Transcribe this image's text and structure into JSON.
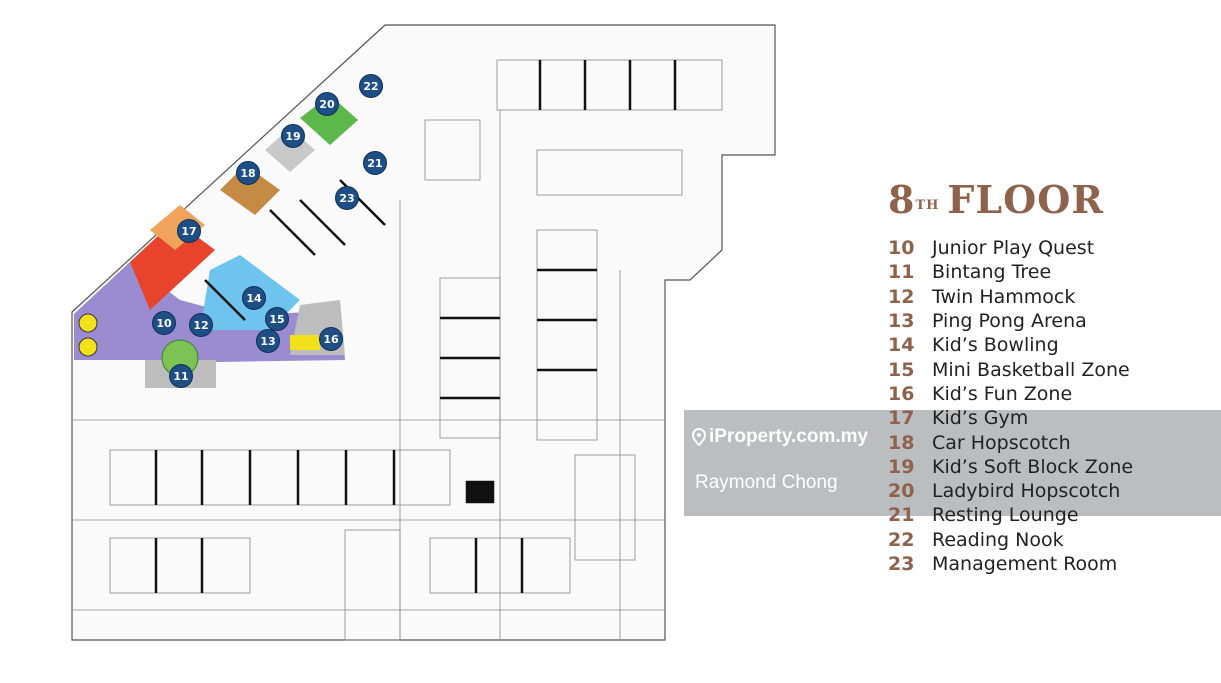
{
  "legend": {
    "title": "8",
    "title_sup": "TH",
    "title_rest": "FLOOR",
    "items": [
      {
        "num": "10",
        "label": "Junior Play Quest"
      },
      {
        "num": "11",
        "label": "Bintang Tree"
      },
      {
        "num": "12",
        "label": "Twin Hammock"
      },
      {
        "num": "13",
        "label": "Ping Pong Arena"
      },
      {
        "num": "14",
        "label": "Kid’s Bowling"
      },
      {
        "num": "15",
        "label": "Mini Basketball Zone"
      },
      {
        "num": "16",
        "label": "Kid’s Fun Zone"
      },
      {
        "num": "17",
        "label": "Kid’s Gym"
      },
      {
        "num": "18",
        "label": "Car Hopscotch"
      },
      {
        "num": "19",
        "label": "Kid’s Soft Block Zone"
      },
      {
        "num": "20",
        "label": "Ladybird Hopscotch"
      },
      {
        "num": "21",
        "label": "Resting Lounge"
      },
      {
        "num": "22",
        "label": "Reading Nook"
      },
      {
        "num": "23",
        "label": "Management Room"
      }
    ]
  },
  "markers": [
    "10",
    "11",
    "12",
    "13",
    "14",
    "15",
    "16",
    "17",
    "18",
    "19",
    "20",
    "21",
    "22",
    "23"
  ],
  "watermark": {
    "brand": "iProperty.com.my",
    "user": "Raymond Chong",
    "icon": "location-pin-icon"
  },
  "colors": {
    "accent": "#8e624b",
    "marker": "#1d4f86"
  }
}
